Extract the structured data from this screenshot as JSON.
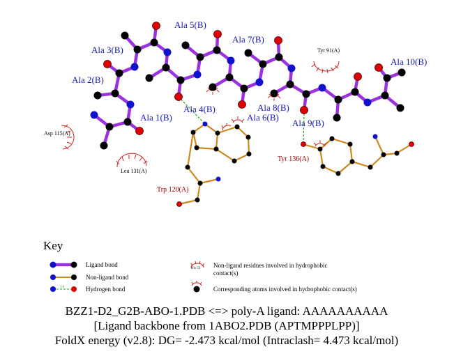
{
  "ligand_residues": [
    {
      "text": "Ala 1(B)"
    },
    {
      "text": "Ala 2(B)"
    },
    {
      "text": "Ala 3(B)"
    },
    {
      "text": "Ala 4(B)"
    },
    {
      "text": "Ala 5(B)"
    },
    {
      "text": "Ala 6(B)"
    },
    {
      "text": "Ala 7(B)"
    },
    {
      "text": "Ala 8(B)"
    },
    {
      "text": "Ala 9(B)"
    },
    {
      "text": "Ala 10(B)"
    }
  ],
  "contact_residues": [
    {
      "text": "Trp 120(A)"
    },
    {
      "text": "Tyr 136(A)"
    }
  ],
  "hydrophobic_residues": [
    {
      "text": "Tyr 91(A)"
    },
    {
      "text": "Asp 115(A)"
    },
    {
      "text": "Leu 131(A)"
    }
  ],
  "key": {
    "title": "Key",
    "ligand_bond": "Ligand bond",
    "nonligand_bond": "Non-ligand bond",
    "hydrogen_bond": "Hydrogen bond",
    "hydrogen_bond_length": "3.0",
    "hydrophobic_example": "His 53",
    "hydrophobic_line1": "Non-ligand residues involved in hydrophobic",
    "hydrophobic_line2": "contact(s)",
    "atoms_contact": "Corresponding atoms involved in hydrophobic contact(s)"
  },
  "caption": {
    "line1": "BZZ1-D2_G2B-ABO-1.PDB <=> poly-A ligand: AAAAAAAAAA",
    "line2": "[Ligand backbone from 1ABO2.PDB (APTMPPPLPP)]",
    "line3": "FoldX energy (v2.8): DG= -2.473 kcal/mol (Intraclash= 4.473 kcal/mol)"
  },
  "colors": {
    "ligand_bond": "#9933dd",
    "nonligand_bond": "#cc8822",
    "hydrogen_bond": "#22aa22",
    "carbon": "#000000",
    "nitrogen": "#1111cc",
    "oxygen": "#dd0000",
    "label_blue": "#1a1ab0",
    "label_red": "#a00000"
  }
}
